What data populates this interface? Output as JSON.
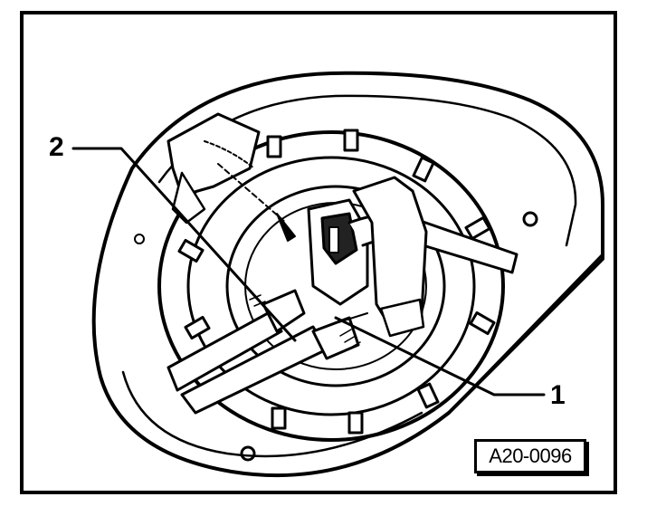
{
  "figure": {
    "reference_code": "A20-0096",
    "callouts": [
      {
        "id": "1",
        "label": "1"
      },
      {
        "id": "2",
        "label": "2"
      }
    ],
    "colors": {
      "ink": "#000000",
      "paper": "#ffffff"
    }
  }
}
